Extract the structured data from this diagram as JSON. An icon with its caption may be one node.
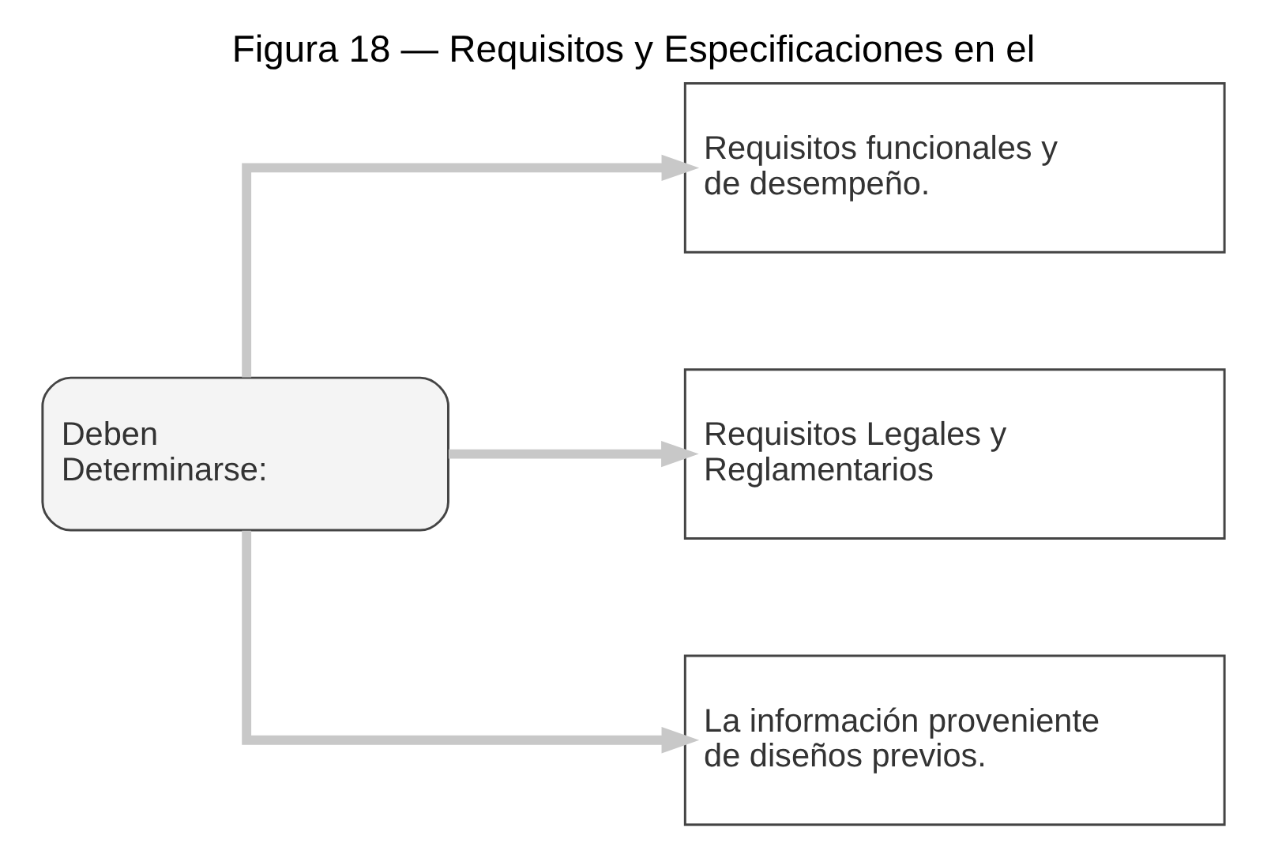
{
  "diagram": {
    "title": "Figura 18 — Requisitos y Especificaciones en el",
    "nodes": [
      {
        "text": [
          "Deben Determinarse:"
        ]
      },
      {
        "text": [
          "Requisitos funcionales y de desempeño."
        ]
      },
      {
        "text": [
          "Requisitos Legales y Reglamentarios"
        ]
      },
      {
        "text": [
          "La información proveniente de diseños previos."
        ]
      }
    ],
    "edges": [
      {
        "from": 0,
        "to": 1,
        "arrow": "to"
      },
      {
        "from": 0,
        "to": 2,
        "arrow": "to"
      },
      {
        "from": 0,
        "to": 3,
        "arrow": "to"
      }
    ]
  }
}
